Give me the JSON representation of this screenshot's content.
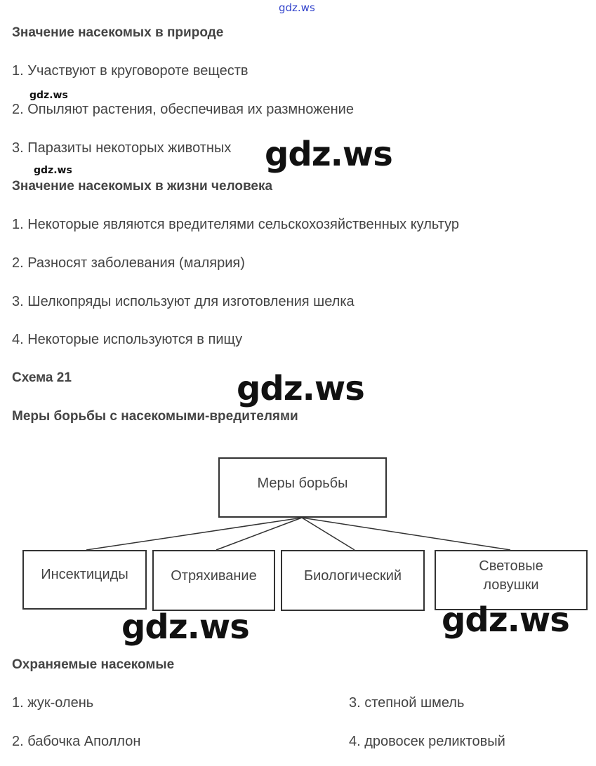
{
  "watermark": "gdz.ws",
  "section1": {
    "title": "Значение насекомых в природе",
    "items": [
      "1. Участвуют в круговороте веществ",
      "2. Опыляют растения, обеспечивая их размножение",
      "3. Паразиты некоторых животных"
    ]
  },
  "section2": {
    "title": "Значение насекомых  в жизни человека",
    "items": [
      "1. Некоторые являются вредителями сельскохозяйственных культур",
      "2. Разносят заболевания (малярия)",
      "3. Шелкопряды используют для изготовления шелка",
      "4. Некоторые используются в пищу"
    ]
  },
  "scheme": {
    "label": "Схема 21",
    "title": "Меры борьбы с насекомыми-вредителями",
    "root": "Меры борьбы",
    "children": [
      "Инсектициды",
      "Отряхивание",
      "Биологический",
      "Световые ловушки"
    ]
  },
  "section3": {
    "title": "Охраняемые насекомые",
    "items": [
      "1. жук-олень",
      "3. степной шмель",
      "2. бабочка Аполлон",
      "4. дровосек реликтовый"
    ]
  }
}
